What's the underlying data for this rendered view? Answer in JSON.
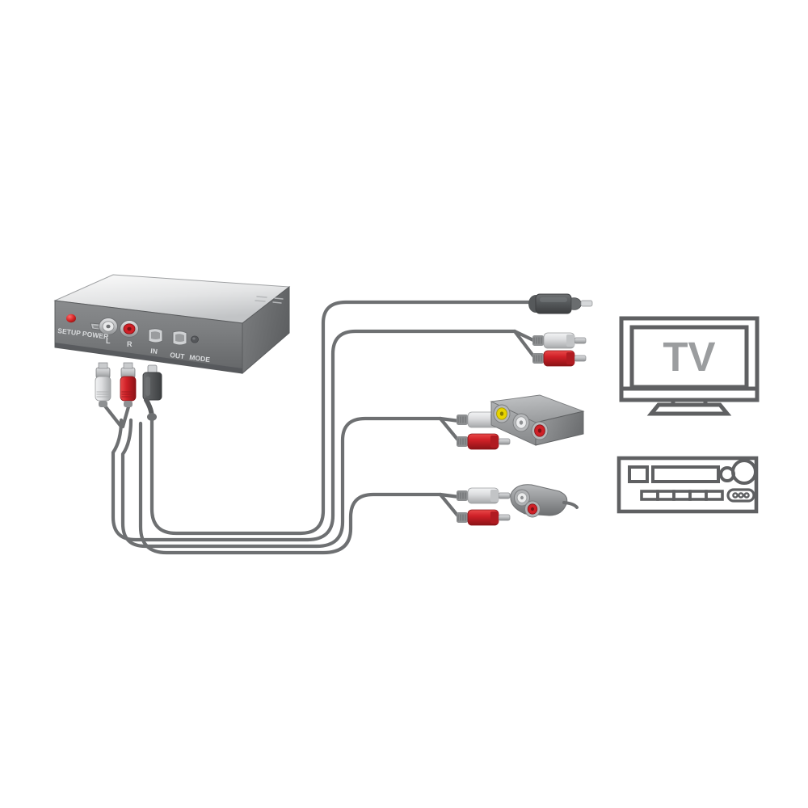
{
  "diagram": {
    "title": "AV connection diagram",
    "type": "device-connection-illustration",
    "background": "#ffffff"
  },
  "palette": {
    "cable": "#6e7072",
    "cable_dark": "#5a5c5e",
    "device_top_light": "#f2f2f2",
    "device_top_dark": "#b9bbbd",
    "device_front": "#7b7d7f",
    "device_side": "#6a6c6e",
    "device_bottom": "#5c5e60",
    "line_art": "#5f6062",
    "rca_white": "#d9dadb",
    "rca_white_dark": "#a9abad",
    "rca_red": "#cf2027",
    "rca_red_dark": "#8f1318",
    "rca_yellow": "#e8d400",
    "optical_body": "#4f5254",
    "metal": "#c9cbcd",
    "led_red": "#d02222",
    "adapter_body": "#9a9c9e",
    "adapter_light": "#b4b6b8",
    "adapter_dark": "#6d6f71"
  },
  "device": {
    "name": "av-converter-box",
    "label_setup_power": "SETUP POWER",
    "label_left": "L",
    "label_right": "R",
    "label_in": "IN",
    "label_out": "OUT",
    "label_mode": "MODE",
    "ports": [
      {
        "name": "power-led",
        "type": "led",
        "color": "#d02222"
      },
      {
        "name": "setup-port",
        "type": "micro-usb"
      },
      {
        "name": "audio-left-jack",
        "type": "rca",
        "color": "#d9dadb",
        "label": "L"
      },
      {
        "name": "audio-right-jack",
        "type": "rca",
        "color": "#cf2027",
        "label": "R"
      },
      {
        "name": "optical-in-jack",
        "type": "toslink",
        "label": "IN"
      },
      {
        "name": "optical-out-jack",
        "type": "toslink",
        "label": "OUT"
      },
      {
        "name": "mode-button",
        "type": "button",
        "label": "MODE"
      }
    ]
  },
  "source_plugs": [
    {
      "name": "source-rca-white-plug",
      "color": "#d9dadb",
      "signal": "audio-left"
    },
    {
      "name": "source-rca-red-plug",
      "color": "#cf2027",
      "signal": "audio-right"
    },
    {
      "name": "source-optical-plug",
      "color": "#4f5254",
      "signal": "optical"
    }
  ],
  "destinations": [
    {
      "name": "optical-connector",
      "kind": "toslink-plug",
      "order": 1
    },
    {
      "name": "rca-pair-top",
      "kind": "rca-pair",
      "order": 2,
      "plugs": [
        {
          "name": "rca-white-plug",
          "color": "#d9dadb"
        },
        {
          "name": "rca-red-plug",
          "color": "#cf2027"
        }
      ]
    },
    {
      "name": "rca-to-3jack-adapter",
      "kind": "rca-pair-with-adapter",
      "order": 3,
      "plugs": [
        {
          "name": "rca-white-plug",
          "color": "#d9dadb"
        },
        {
          "name": "rca-red-plug",
          "color": "#cf2027"
        }
      ],
      "adapter": {
        "name": "three-jack-adapter-block",
        "jacks": [
          {
            "name": "video-jack-yellow",
            "color": "#e8d400"
          },
          {
            "name": "audio-jack-white",
            "color": "#dcdddf"
          },
          {
            "name": "audio-jack-red",
            "color": "#cf2027"
          }
        ]
      }
    },
    {
      "name": "rca-to-coupler-adapter",
      "kind": "rca-pair-with-coupler",
      "order": 4,
      "plugs": [
        {
          "name": "rca-white-plug",
          "color": "#d9dadb"
        },
        {
          "name": "rca-red-plug",
          "color": "#cf2027"
        }
      ],
      "adapter": {
        "name": "dual-rca-coupler",
        "jacks": [
          {
            "name": "coupler-jack-white",
            "color": "#dcdddf"
          },
          {
            "name": "coupler-jack-red",
            "color": "#cf2027"
          }
        ]
      }
    }
  ],
  "equipment": {
    "tv": {
      "name": "tv-icon",
      "screen_text": "TV",
      "stroke": "#5f6062"
    },
    "receiver": {
      "name": "av-receiver-icon",
      "stroke": "#5f6062",
      "controls": [
        {
          "name": "receiver-small-display"
        },
        {
          "name": "receiver-main-display"
        },
        {
          "name": "receiver-small-knob"
        },
        {
          "name": "receiver-large-knob"
        },
        {
          "name": "receiver-button-row"
        },
        {
          "name": "receiver-indicator-cluster"
        }
      ]
    }
  },
  "cables": [
    {
      "name": "cable-optical-run",
      "from": "source-optical-plug",
      "to": "optical-connector"
    },
    {
      "name": "cable-rca-run-top",
      "from": "source-rca-pair",
      "to": "rca-pair-top"
    },
    {
      "name": "cable-rca-run-middle",
      "from": "source-rca-pair",
      "to": "rca-to-3jack-adapter"
    },
    {
      "name": "cable-rca-run-bottom",
      "from": "source-rca-pair",
      "to": "rca-to-coupler-adapter"
    }
  ]
}
